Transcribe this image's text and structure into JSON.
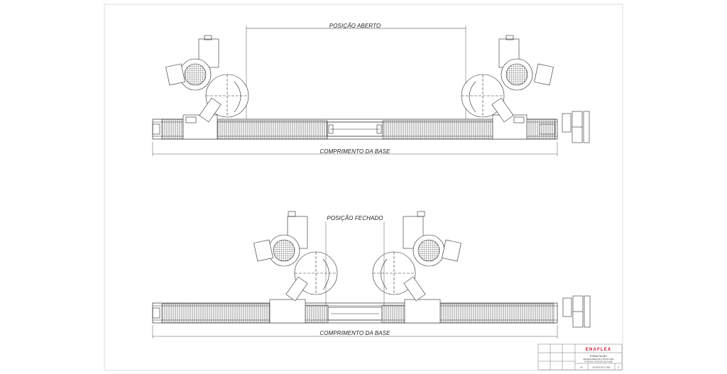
{
  "drawing": {
    "open_view": {
      "label": "POSIÇÃO ABERTO",
      "base_label": "COMPRIMENTO DA BASE"
    },
    "closed_view": {
      "label": "POSIÇÃO FECHADO",
      "base_label": "COMPRIMENTO DA BASE"
    }
  },
  "title_block": {
    "brand": "ENAFLEX",
    "company_line": "ESMALTAÇÃO",
    "description_line1": "ENFARDADEIRA DE 4 ROLOS 1600",
    "description_line2": "P/ PEÇAS / CHAS DE 100 A 1500",
    "drawing_number": "SN 0020 0017-2000",
    "sheet_size": "A3",
    "revision": "0"
  },
  "colors": {
    "line": "#2a2a2a",
    "frame": "#cfcfcf",
    "brand": "#c8102e"
  }
}
